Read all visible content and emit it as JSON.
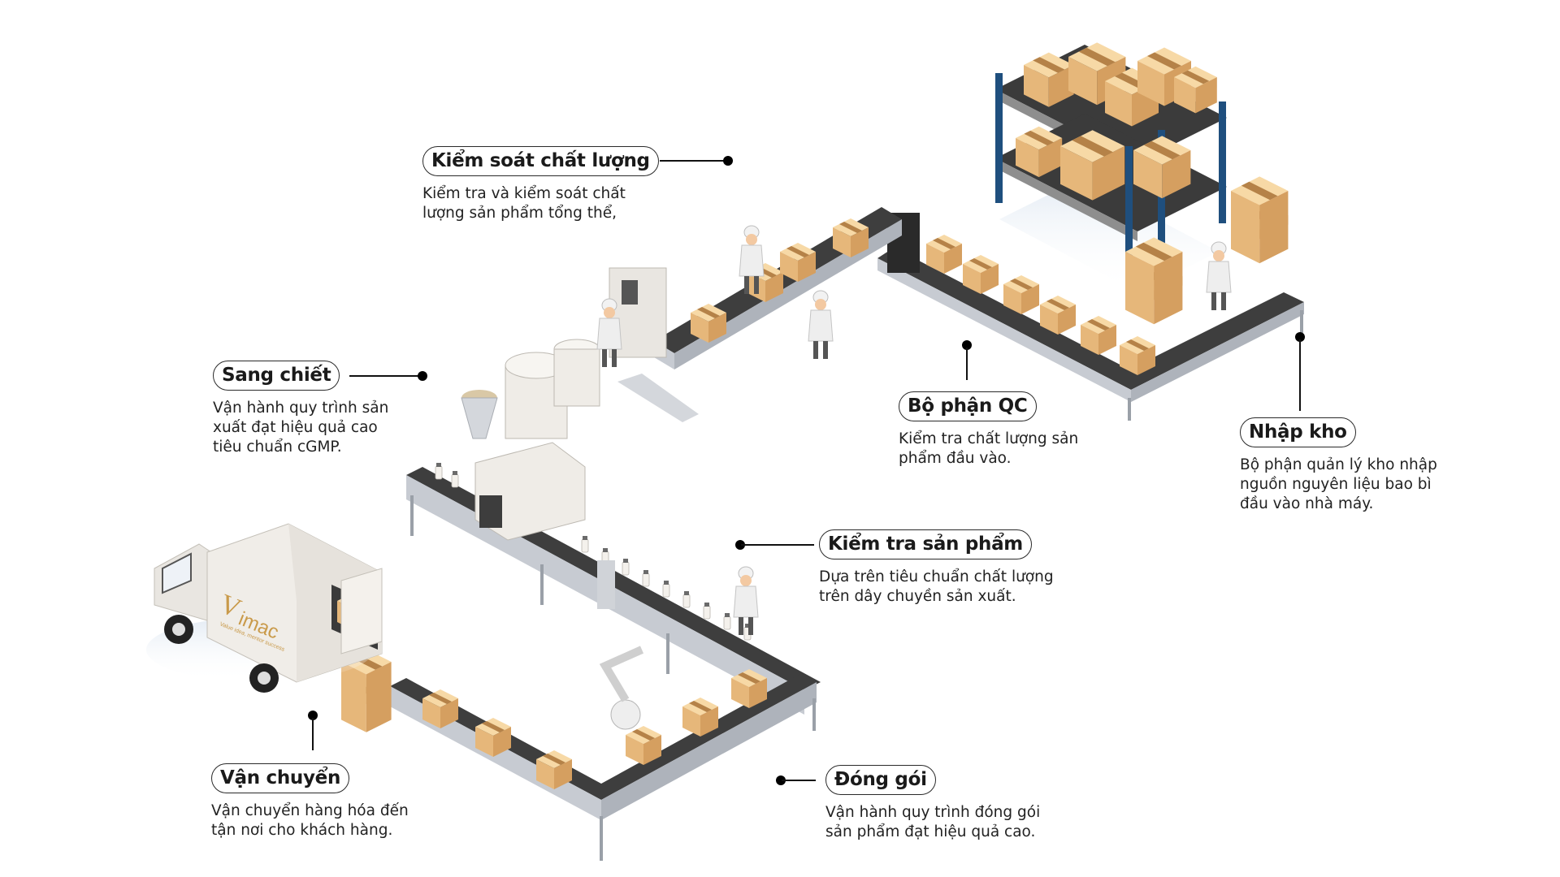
{
  "steps": [
    {
      "id": "quality-control",
      "title": "Kiểm soát chất lượng",
      "desc": [
        "Kiểm tra và kiểm soát chất",
        "lượng sản phẩm tổng thể,"
      ]
    },
    {
      "id": "filling",
      "title": "Sang chiết",
      "desc": [
        "Vận hành quy trình sản",
        "xuất đạt hiệu quả cao",
        "tiêu chuẩn cGMP."
      ]
    },
    {
      "id": "qc-department",
      "title": "Bộ phận QC",
      "desc": [
        "Kiểm tra chất lượng sản",
        "phẩm đầu vào."
      ]
    },
    {
      "id": "warehouse-intake",
      "title": "Nhập kho",
      "desc": [
        "Bộ phận quản lý kho nhập",
        "nguồn nguyên liệu bao bì",
        "đầu vào nhà máy."
      ]
    },
    {
      "id": "product-inspection",
      "title": "Kiểm tra sản phẩm",
      "desc": [
        "Dựa trên tiêu chuẩn chất lượng",
        "trên dây chuyền sản xuất."
      ]
    },
    {
      "id": "packaging",
      "title": "Đóng gói",
      "desc": [
        "Vận hành quy trình đóng gói",
        "sản phẩm đạt hiệu quả cao."
      ]
    },
    {
      "id": "shipping",
      "title": "Vận chuyển",
      "desc": [
        "Vận chuyển hàng hóa đến",
        "tận nơi cho khách hàng."
      ]
    }
  ],
  "truck_logo": {
    "brand": "Vimac",
    "tagline": "Value idea, mentor success"
  },
  "colors": {
    "box": "#f5cf94",
    "box_dark": "#e2b375",
    "box_side": "#c9955a",
    "belt": "#3e3e3e",
    "frame": "#c7cbd2",
    "rack": "#1f4f7e",
    "accent_text": "#1a1a1a",
    "logo_gold": "#c99a4a"
  }
}
